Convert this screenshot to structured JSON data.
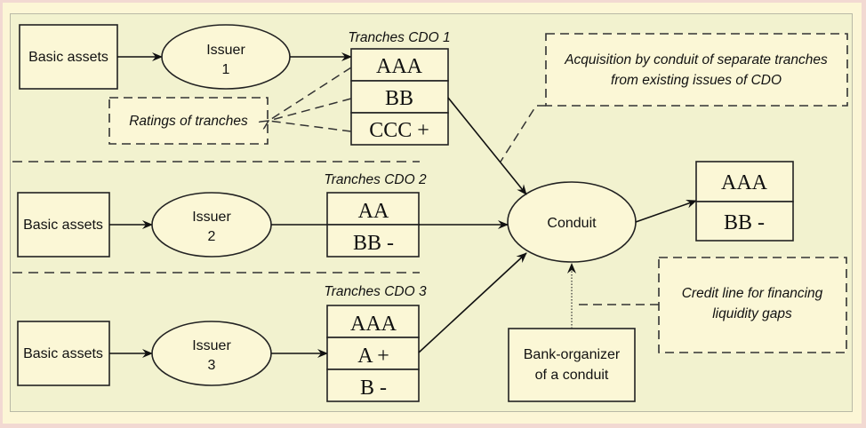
{
  "diagram": {
    "rows": [
      {
        "basic_assets": "Basic assets",
        "issuer_line1": "Issuer",
        "issuer_line2": "1",
        "tranches_title": "Tranches CDO 1",
        "tranches": [
          "AAA",
          "BB",
          "CCC +"
        ]
      },
      {
        "basic_assets": "Basic assets",
        "issuer_line1": "Issuer",
        "issuer_line2": "2",
        "tranches_title": "Tranches CDO 2",
        "tranches": [
          "AA",
          "BB -"
        ]
      },
      {
        "basic_assets": "Basic assets",
        "issuer_line1": "Issuer",
        "issuer_line2": "3",
        "tranches_title": "Tranches CDO 3",
        "tranches": [
          "AAA",
          "A +",
          "B -"
        ]
      }
    ],
    "ratings_note": "Ratings of tranches",
    "acquisition_note": [
      "Acquisition by conduit of separate tranches",
      "from existing issues of CDO"
    ],
    "conduit": "Conduit",
    "conduit_tranches": [
      "AAA",
      "BB -"
    ],
    "bank_organizer": [
      "Bank-organizer",
      "of a conduit"
    ],
    "credit_line_note": [
      "Credit line for financing",
      "liquidity gaps"
    ],
    "colors": {
      "outer_border": "#f2d9d2",
      "frame": "#fcf6d6",
      "panel": "#f2f2cf",
      "node_fill": "#fbf7d6",
      "stroke": "#222222"
    }
  }
}
